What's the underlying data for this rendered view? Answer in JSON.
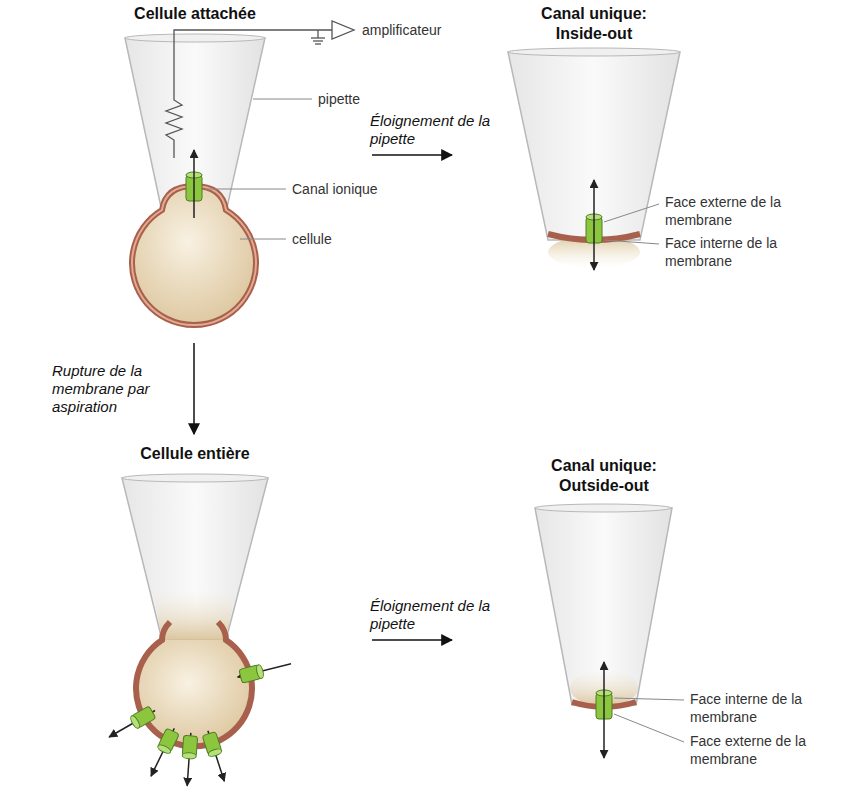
{
  "diagram": {
    "nodes": [
      {
        "text": [
          "Cellule attachée"
        ]
      },
      {
        "text": [
          "Canal unique: Inside-out"
        ]
      },
      {
        "text": [
          "Cellule entière"
        ]
      },
      {
        "text": [
          "Canal unique: Outside-out"
        ]
      }
    ],
    "edges": [
      {
        "from": 0,
        "to": 1,
        "arrow": "to",
        "label": "Éloignement de la pipette"
      },
      {
        "from": 0,
        "to": 2,
        "arrow": "to",
        "label": "Rupture de la membrane par aspiration"
      },
      {
        "from": 2,
        "to": 3,
        "arrow": "to",
        "label": "Éloignement de la pipette"
      }
    ],
    "labels": [
      "amplificateur",
      "pipette",
      "Canal ionique",
      "cellule",
      "Face externe de la membrane",
      "Face interne de la membrane",
      "Face interne de la membrane",
      "Face externe de la membrane"
    ]
  }
}
